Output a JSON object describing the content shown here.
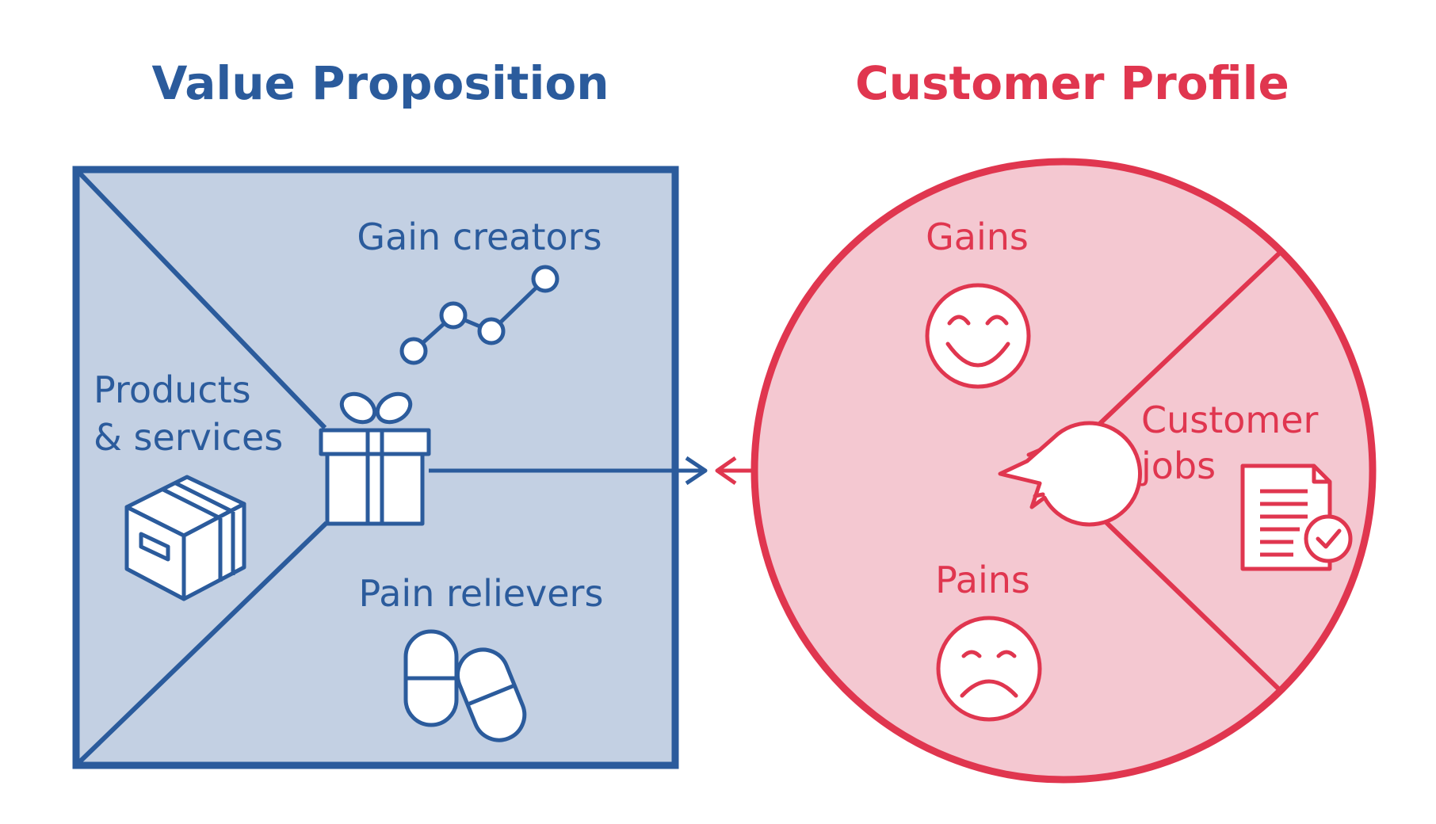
{
  "colors": {
    "blue": "#2B5B9C",
    "blue_fill": "#C3D0E3",
    "red": "#E0364F",
    "red_fill": "#F4C8D1",
    "background": "#FFFFFF"
  },
  "value_proposition": {
    "title": "Value Proposition",
    "gain_creators": {
      "label": "Gain creators",
      "icon": "trend-line-icon"
    },
    "products_services": {
      "label_line1": "Products",
      "label_line2": "& services",
      "icon": "box-icon"
    },
    "pain_relievers": {
      "label": "Pain relievers",
      "icon": "pills-icon"
    },
    "center_icon": "gift-icon"
  },
  "customer_profile": {
    "title": "Customer Profile",
    "gains": {
      "label": "Gains",
      "icon": "smiley-face-icon"
    },
    "pains": {
      "label": "Pains",
      "icon": "sad-face-icon"
    },
    "customer_jobs": {
      "label_line1": "Customer",
      "label_line2": "jobs",
      "icon": "document-check-icon"
    },
    "center_icon": "customer-head-icon"
  },
  "connector": {
    "icon": "double-arrow-icon"
  }
}
